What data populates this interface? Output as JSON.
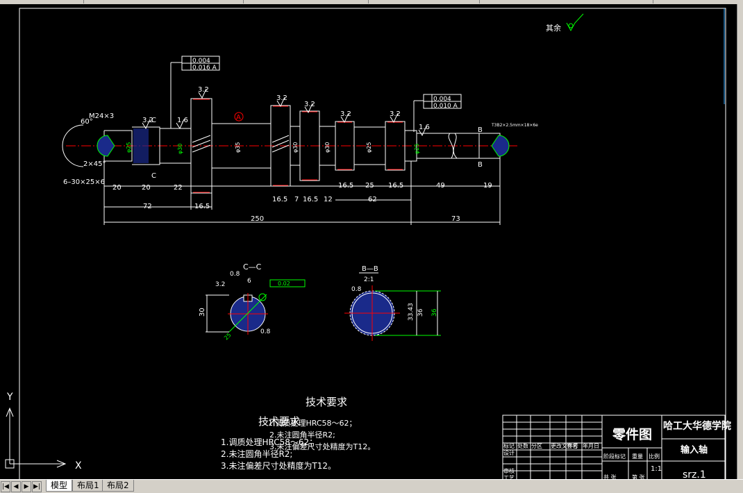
{
  "drawing": {
    "roughness_note": "其余",
    "roughness_values": [
      "3.2",
      "3.2",
      "3.2",
      "3.2",
      "3.2",
      "3.2",
      "1.6",
      "1.6",
      "3.2",
      "0.8",
      "0.8"
    ],
    "thread_label": "M24×3",
    "angle_label": "60°",
    "chamfer_label": "2×45°",
    "spline_label": "6–30×25×6",
    "spline_note": "T3B2×2.5mm×18×6e",
    "tolerance_box_1": [
      "0.004",
      "0.016 A"
    ],
    "tolerance_box_2": [
      "0.004",
      "0.010 A"
    ],
    "tolerance_small": "0.02",
    "datum_label": "A",
    "section_labels": [
      "C",
      "C",
      "B",
      "B"
    ],
    "dims_bottom_row1": [
      "20",
      "20",
      "22",
      "16.5",
      "16.5",
      "7",
      "16.5",
      "12",
      "16.5",
      "25",
      "16.5",
      "49",
      "19"
    ],
    "dims_bottom_row2": [
      "72",
      "62"
    ],
    "dims_total": [
      "250",
      "73"
    ],
    "dia_labels": [
      "φ25",
      "φ30",
      "φ35",
      "φ30",
      "φ30",
      "φ25",
      "φ25"
    ],
    "section_cc": {
      "title": "C—C",
      "dims": [
        "6",
        "30",
        "25",
        "3.2",
        "0.8"
      ]
    },
    "section_bb": {
      "title": "B—B",
      "scale": "2:1",
      "dims": [
        "33.43",
        "36",
        "36",
        "0.8"
      ]
    },
    "tech_title": "技术要求",
    "tech_title_ghost": "技术要求",
    "tech_items": [
      "1.调质处理HRC58～62；",
      "2.未注圆角半径R2;",
      "3.未注偏差尺寸处精度为T12。"
    ],
    "tech_ghost_items": [
      "1.调质处理HRC58～62；",
      "2.未注圆角半径R2;",
      "3.未注偏差尺寸处精度为T12。"
    ]
  },
  "title_block": {
    "drawing_type": "零件图",
    "school": "哈工大华德学院",
    "part_name": "输入轴",
    "code": "srz.1",
    "scale": "1:1",
    "labels": [
      "标记",
      "处数",
      "分区",
      "更改文件号",
      "签名",
      "年月日",
      "设计",
      "审核",
      "工艺",
      "阶段标记",
      "重量",
      "比例",
      "共 张",
      "第 张"
    ]
  },
  "ucs": {
    "x_label": "X",
    "y_label": "Y"
  },
  "tabs": [
    {
      "label": "模型",
      "active": true
    },
    {
      "label": "布局1",
      "active": false
    },
    {
      "label": "布局2",
      "active": false
    }
  ],
  "nav_buttons": [
    "|◀",
    "◀",
    "▶",
    "▶|"
  ],
  "colors": {
    "background": "#000000",
    "lines": "#ffffff",
    "centerline": "#ff0000",
    "dimension": "#ffffff",
    "highlight_green": "#00ff00",
    "hatch_blue": "#1a2a8a"
  }
}
